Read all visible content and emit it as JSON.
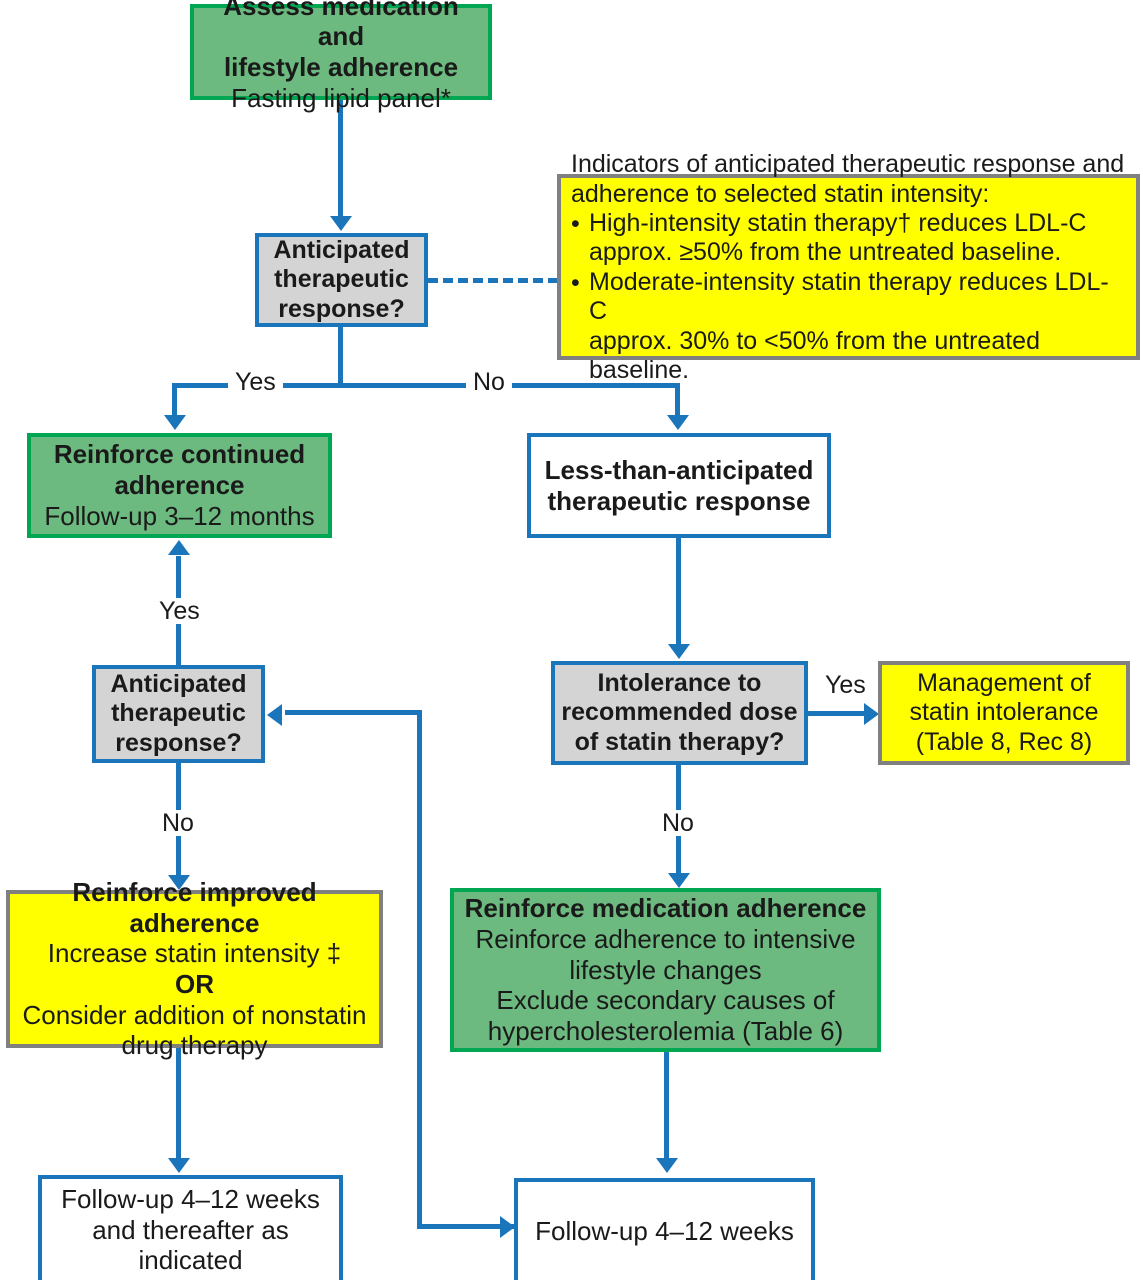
{
  "theme": {
    "arrow_color": "#1b75bb",
    "green_fill": "#6cba7f",
    "green_border": "#00a651",
    "yellow_fill": "#ffff00",
    "yellow_border": "#808080",
    "gray_fill": "#d4d4d4",
    "blue_border": "#1b75bb",
    "text_color": "#1a1a1a"
  },
  "nodes": {
    "assess": {
      "line1": "Assess medication and",
      "line2": "lifestyle adherence",
      "line3": "Fasting lipid panel*"
    },
    "decision1": {
      "line1": "Anticipated",
      "line2": "therapeutic",
      "line3": "response?"
    },
    "indicators": {
      "heading1": "Indicators of anticipated therapeutic response and",
      "heading2": "adherence to selected statin intensity:",
      "bullet_glyph": "•",
      "bullet1_line1": "High-intensity statin therapy† reduces LDL-C",
      "bullet1_line2": "approx. ≥50% from the untreated baseline.",
      "bullet2_line1": "Moderate-intensity statin therapy reduces LDL-C",
      "bullet2_line2": "approx. 30% to <50% from the untreated baseline."
    },
    "reinforce_continued": {
      "line1": "Reinforce continued",
      "line2": "adherence",
      "line3": "Follow-up 3–12 months"
    },
    "less_than": {
      "line1": "Less-than-anticipated",
      "line2": "therapeutic response"
    },
    "decision2": {
      "line1": "Anticipated",
      "line2": "therapeutic",
      "line3": "response?"
    },
    "intolerance": {
      "line1": "Intolerance to",
      "line2": "recommended dose",
      "line3": "of statin therapy?"
    },
    "management": {
      "line1": "Management of",
      "line2": "statin intolerance",
      "line3": "(Table 8, Rec 8)"
    },
    "reinforce_improved": {
      "line1": "Reinforce improved adherence",
      "line2": "Increase statin intensity ‡",
      "line3": "OR",
      "line4": "Consider addition of nonstatin",
      "line5": "drug therapy"
    },
    "reinforce_medication": {
      "line1": "Reinforce medication adherence",
      "line2": "Reinforce adherence to intensive",
      "line3": "lifestyle changes",
      "line4": "Exclude secondary causes of",
      "line5": "hypercholesterolemia (Table 6)"
    },
    "followup_left": {
      "line1": "Follow-up 4–12 weeks",
      "line2": "and thereafter as",
      "line3": "indicated"
    },
    "followup_right": {
      "line1": "Follow-up 4–12 weeks"
    }
  },
  "edge_labels": {
    "d1_yes": "Yes",
    "d1_no": "No",
    "d2_branch_yes": "Yes",
    "d2_no": "No",
    "intolerance_yes": "Yes",
    "intolerance_no": "No"
  }
}
